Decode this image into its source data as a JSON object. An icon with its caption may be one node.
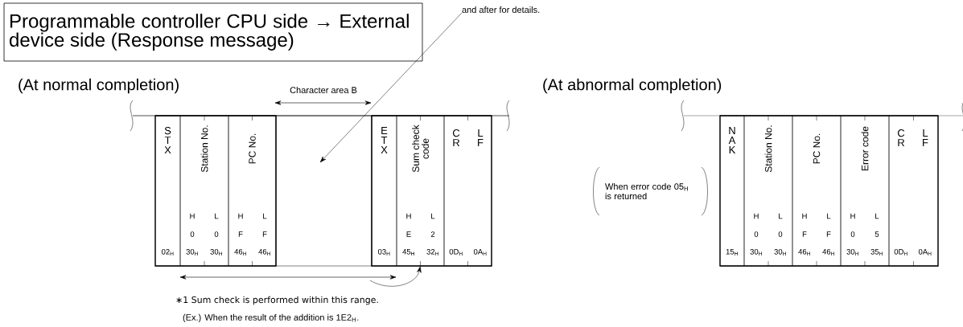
{
  "diagram": {
    "nodes": [
      {
        "text": [
          "Programmable controller CPU side → External device side (Response message)"
        ]
      },
      {
        "text": [
          "and after for details."
        ]
      },
      {
        "text": [
          "S T X",
          "02$_{H}$"
        ]
      },
      {
        "text": [
          "Station No.",
          "H",
          "L",
          "0",
          "0",
          "30$_{H}$",
          "30$_{H}$"
        ]
      },
      {
        "text": [
          "PC No.",
          "H",
          "L",
          "F",
          "F",
          "46$_{H}$",
          "46$_{H}$"
        ]
      },
      {
        "text": [],
        "shape": "box"
      },
      {
        "text": [
          "E T X",
          "03$_{H}$"
        ]
      },
      {
        "text": [
          "Sum check code",
          "H",
          "L",
          "E",
          "2",
          "45$_{H}$",
          "32$_{H}$"
        ]
      },
      {
        "text": [
          "C R",
          "L F",
          "0D$_{H}$",
          "0A$_{H}$"
        ]
      },
      {
        "text": [
          "N A K",
          "15$_{H}$"
        ]
      },
      {
        "text": [
          "Station No.",
          "H",
          "L",
          "0",
          "0",
          "30$_{H}$",
          "30$_{H}$"
        ]
      },
      {
        "text": [
          "PC No.",
          "H",
          "L",
          "F",
          "F",
          "46$_{H}$",
          "46$_{H}$"
        ]
      },
      {
        "text": [
          "Error code",
          "H",
          "L",
          "0",
          "5",
          "30$_{H}$",
          "35$_{H}$"
        ]
      },
      {
        "text": [
          "C R",
          "L F",
          "0D$_{H}$",
          "0A$_{H}$"
        ]
      }
    ],
    "edges": [
      {
        "from": 1,
        "to": 5,
        "arrow": "to"
      },
      {
        "from": null,
        "to": 7,
        "arrow": "to"
      }
    ],
    "labels": [
      "(At normal completion)",
      "Character area B",
      "∗1 Sum check is performed within this range.",
      "(Ex.) When the result of the addition is 1E2$_{H}$.",
      "(At abnormal completion)",
      "When error code 05$_{H}$ is returned"
    ]
  }
}
